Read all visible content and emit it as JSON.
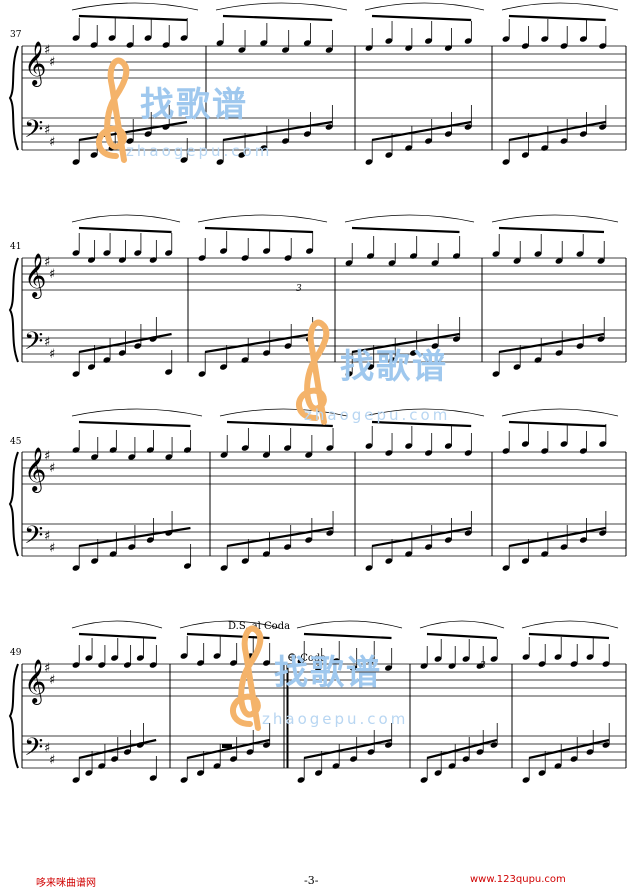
{
  "sheet": {
    "measure_numbers": [
      "37",
      "41",
      "45",
      "49"
    ],
    "ds_al_coda": "D.S. al Coda",
    "coda_label": "Coda",
    "coda_icon": "coda-symbol-icon",
    "tuplet_3": "3",
    "page_number": "-3-"
  },
  "footer": {
    "site_left": "哆来咪曲谱网",
    "site_right": "www.123qupu.com"
  },
  "watermark": {
    "text": "找歌谱",
    "url": "zhaogepu.com",
    "icon": "treble-clef-logo-icon",
    "colors": {
      "orange": "#f4b36a",
      "blue": "#8fc0ec"
    }
  },
  "colors": {
    "ink": "#000000",
    "footer_red": "#d00000"
  }
}
